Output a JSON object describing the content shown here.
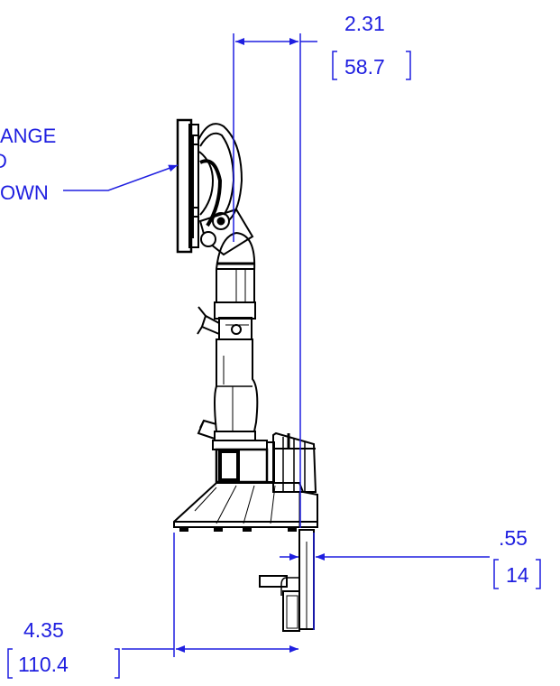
{
  "colors": {
    "dimension": "#1f1fe0",
    "line": "#000000",
    "background": "#ffffff"
  },
  "callout": {
    "line1": "ANGE",
    "line2": "D",
    "line3": "OWN"
  },
  "dimensions": {
    "top": {
      "value": "2.31",
      "metric": "58.7"
    },
    "right_bottom": {
      "value": ".55",
      "metric": "14"
    },
    "left_bottom": {
      "value": "4.35",
      "metric": "110.4"
    }
  }
}
